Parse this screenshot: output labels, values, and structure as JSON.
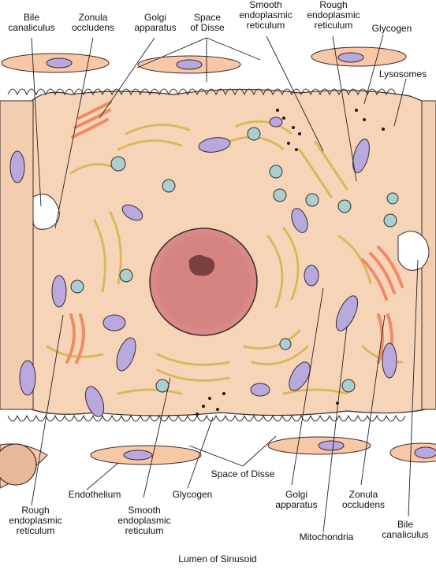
{
  "labels": {
    "bile_canaliculus_top": "Bile\ncanaliculus",
    "zonula_occludens_top": "Zonula\noccludens",
    "golgi_apparatus_top": "Golgi\napparatus",
    "space_of_disse_top": "Space\nof Disse",
    "smooth_er_top": "Smooth\nendoplasmic\nreticulum",
    "rough_er_top": "Rough\nendoplasmic\nreticulum",
    "glycogen_top": "Glycogen",
    "lysosomes": "Lysosomes",
    "space_of_disse_bottom": "Space of Disse",
    "endothelium": "Endothelium",
    "glycogen_bottom": "Glycogen",
    "golgi_apparatus_bottom": "Golgi\napparatus",
    "zonula_occludens_bottom": "Zonula\noccludens",
    "rough_er_bottom": "Rough\nendoplasmic\nreticulum",
    "smooth_er_bottom": "Smooth\nendoplasmic\nreticulum",
    "mitochondria": "Mitochondria",
    "bile_canaliculus_bottom": "Bile\ncanaliculus",
    "lumen_of_sinusoid": "Lumen of Sinusoid"
  },
  "colors": {
    "cytoplasm": "#f6d4b8",
    "endothelium": "#f7c7a6",
    "nucleus": "#d98a88",
    "mitochondria": "#b9a8de",
    "smooth_er": "#d9b85a",
    "rough_er": "#f08a66",
    "peroxisome": "#a9cfcf",
    "outline": "#3b2a2a"
  }
}
